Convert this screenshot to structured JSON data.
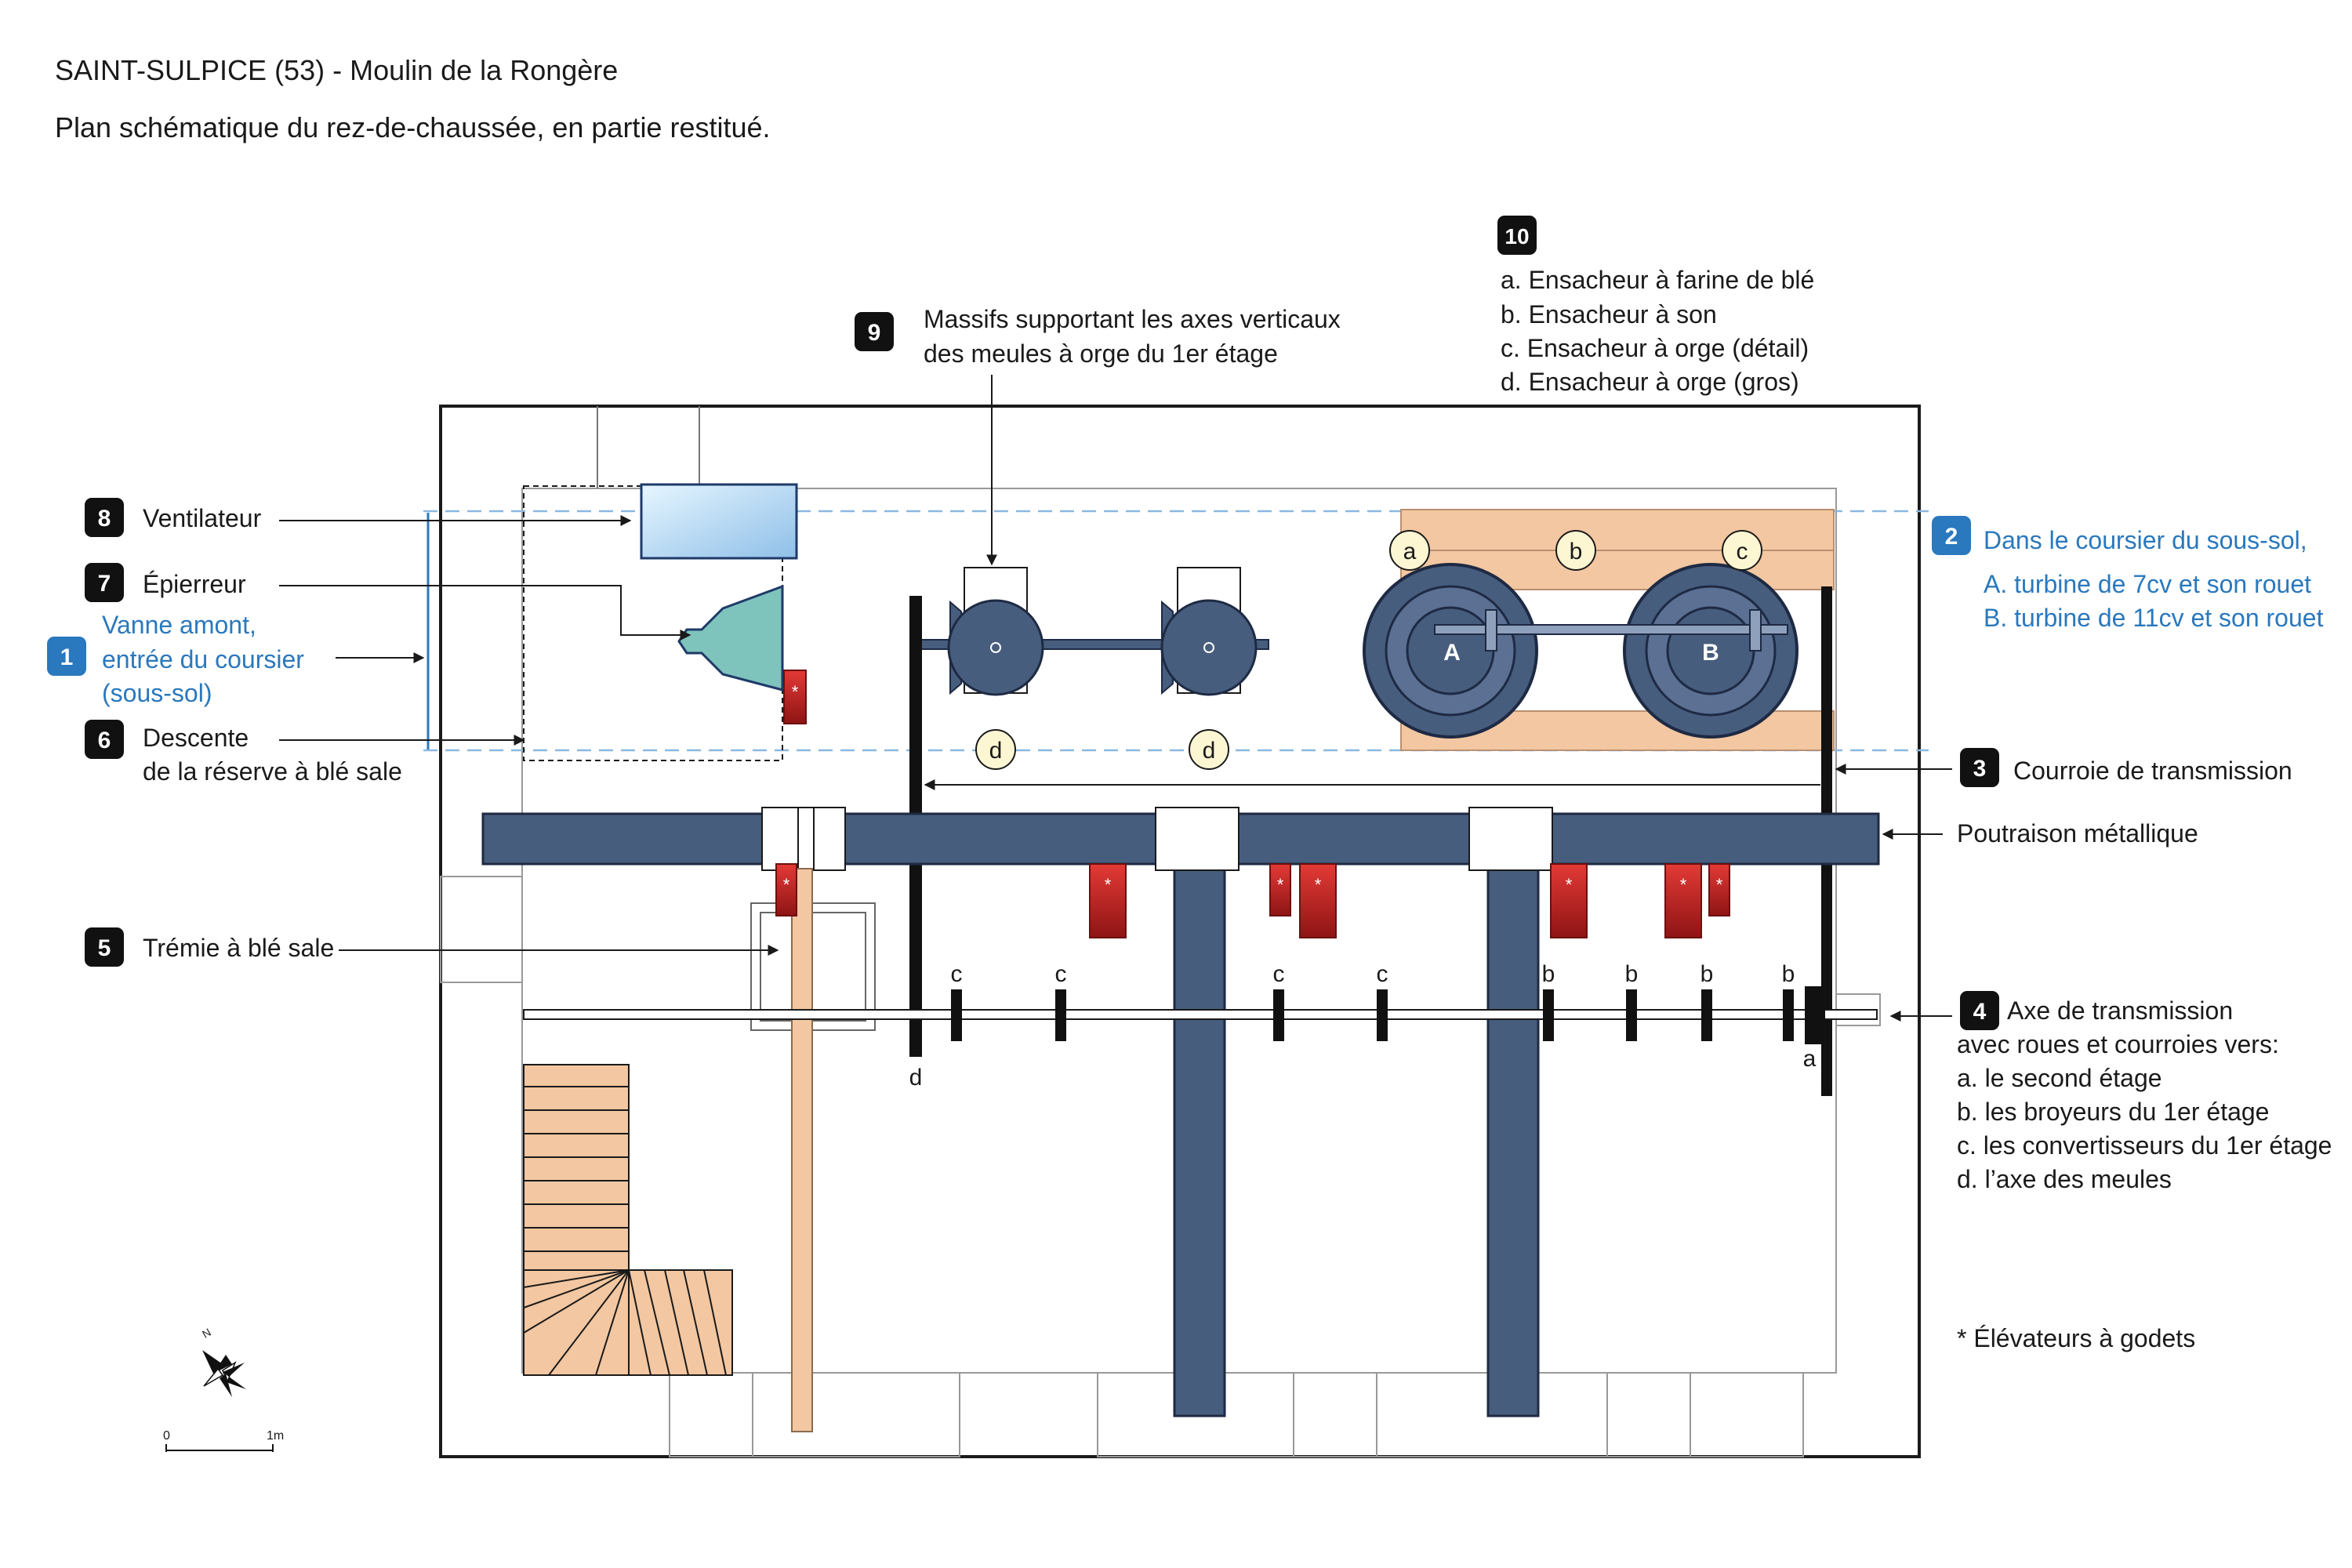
{
  "header": {
    "title": "SAINT-SULPICE (53) - Moulin de la Rongère",
    "subtitle": "Plan schématique du rez-de-chaussée, en partie restitué."
  },
  "legend": {
    "l1": {
      "num": "1",
      "lines": [
        "Vanne amont,",
        "entrée du coursier",
        "(sous-sol)"
      ]
    },
    "l2": {
      "num": "2",
      "lines": [
        "Dans le coursier du sous-sol,",
        "A. turbine de 7cv et son rouet",
        "B. turbine de 11cv et son rouet"
      ]
    },
    "l3": {
      "num": "3",
      "lines": [
        "Courroie de transmission"
      ]
    },
    "l4": {
      "num": "4",
      "lines": [
        "Axe de transmission",
        "avec roues et courroies vers:",
        "a. le second étage",
        "b. les broyeurs du 1er étage",
        "c. les convertisseurs du 1er étage",
        "d. l’axe des meules"
      ]
    },
    "l5": {
      "num": "5",
      "lines": [
        "Trémie à blé sale"
      ]
    },
    "l6": {
      "num": "6",
      "lines": [
        "Descente",
        "de la réserve à blé sale"
      ]
    },
    "l7": {
      "num": "7",
      "lines": [
        "Épierreur"
      ]
    },
    "l8": {
      "num": "8",
      "lines": [
        "Ventilateur"
      ]
    },
    "l9": {
      "num": "9",
      "lines": [
        "Massifs supportant les axes verticaux",
        "des meules à orge du 1er étage"
      ]
    },
    "l10": {
      "num": "10",
      "lines": [
        "a. Ensacheur à farine de blé",
        "b. Ensacheur à son",
        "c. Ensacheur à orge (détail)",
        "d. Ensacheur à orge (gros)"
      ]
    },
    "poutraison": "Poutraison métallique",
    "elevateurs": "* Élévateurs à godets"
  },
  "marks": {
    "star": "*",
    "turbine_a": "A",
    "turbine_b": "B",
    "bagger_a": "a",
    "bagger_b": "b",
    "bagger_c": "c",
    "bagger_d": "d",
    "axis_c": "c",
    "axis_b": "b",
    "axis_a": "a",
    "axis_d": "d"
  },
  "scale": {
    "zero": "0",
    "one": "1m"
  },
  "compass": {
    "north": "N"
  },
  "colors": {
    "steel": "#475d7d",
    "wood": "#f2c7a1",
    "red": "#c0282d",
    "teal": "#7fc3bd",
    "blue_label": "#2a78bd",
    "cream": "#fdf6d3"
  }
}
